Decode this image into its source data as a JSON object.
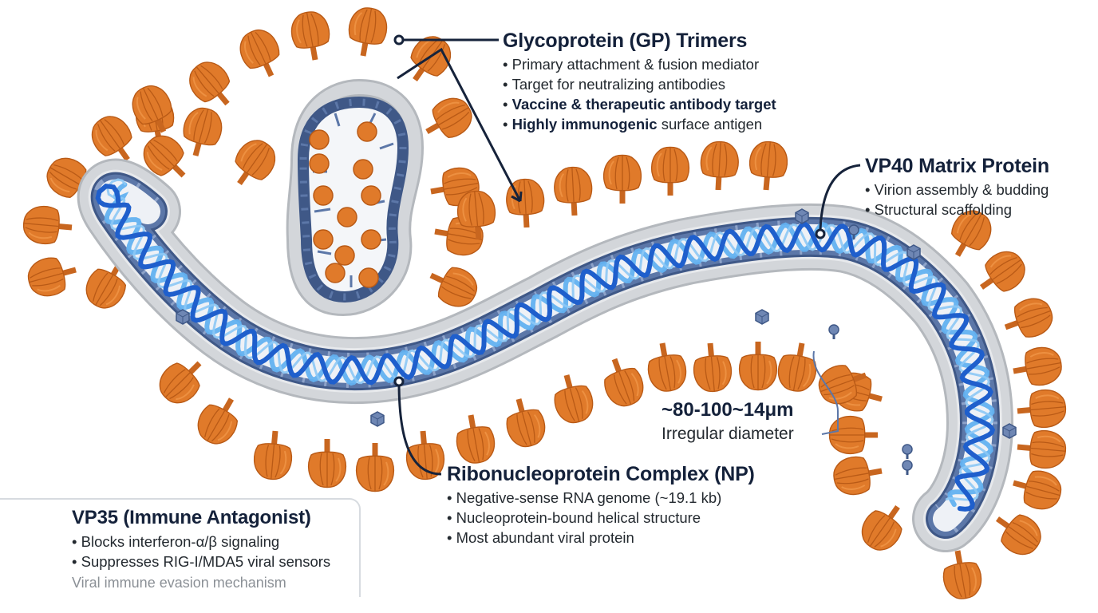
{
  "gp": {
    "title": "Glycoprotein (GP) Trimers",
    "bullets": [
      {
        "text": "Primary attachment & fusion mediator"
      },
      {
        "text": "Target for neutralizing antibodies"
      },
      {
        "bold": "Vaccine & therapeutic antibody target"
      },
      {
        "bold": "Highly immunogenic",
        "text": " surface antigen"
      }
    ]
  },
  "vp40": {
    "title": "VP40 Matrix Protein",
    "bullets": [
      "Virion assembly & budding",
      "Structural scaffolding"
    ]
  },
  "np": {
    "title": "Ribonucleoprotein Complex (NP)",
    "bullets": [
      "Negative-sense RNA genome (~19.1 kb)",
      "Nucleoprotein-bound helical structure",
      "Most abundant viral protein"
    ]
  },
  "dimension": {
    "value": "~80-100~14μm",
    "label": "Irregular diameter"
  },
  "vp35": {
    "title": "VP35 (Immune Antagonist)",
    "bullets": [
      "Blocks interferon-α/β signaling",
      "Suppresses RIG-I/MDA5 viral sensors"
    ],
    "footnote": "Viral immune evasion mechanism"
  },
  "colors": {
    "glycoprotein": "#e07a2a",
    "glycoprotein_dark": "#b95a16",
    "envelope": "#d3d6da",
    "envelope_edge": "#b4b8bd",
    "matrix": "#5c77a8",
    "matrix_dark": "#3f5887",
    "interior": "#eef1f6",
    "rna_dark": "#1f5fcc",
    "rna_light": "#62b1f0",
    "leader_line": "#16233b"
  }
}
